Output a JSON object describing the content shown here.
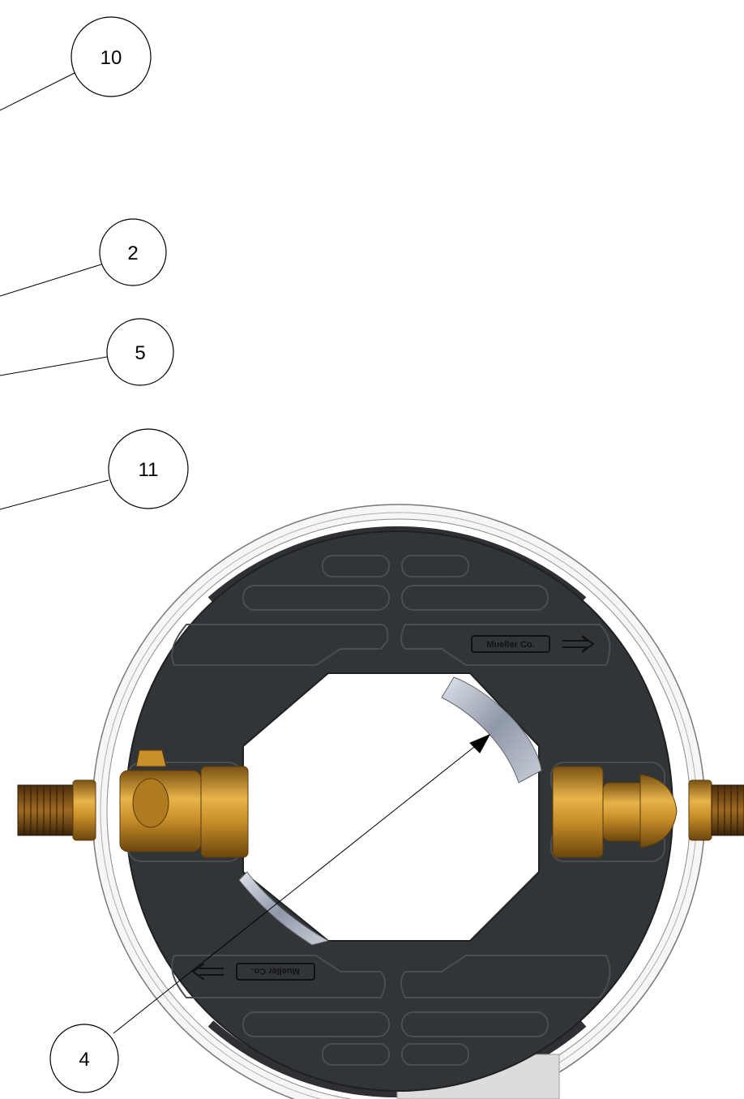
{
  "balloons": [
    {
      "id": "10",
      "label": "10"
    },
    {
      "id": "2",
      "label": "2"
    },
    {
      "id": "5",
      "label": "5"
    },
    {
      "id": "11",
      "label": "11"
    },
    {
      "id": "4",
      "label": "4"
    }
  ],
  "logo_top": "Mueller Co.",
  "logo_bottom": "Mueller Co.",
  "colors": {
    "plate": "#323538",
    "plate_edge": "#1e2022",
    "brass": "#c98f2a",
    "brass_light": "#e8b44a",
    "brass_dark": "#7a5212",
    "pipe": "#aeb6c4",
    "shell": "#f4f4f4"
  }
}
